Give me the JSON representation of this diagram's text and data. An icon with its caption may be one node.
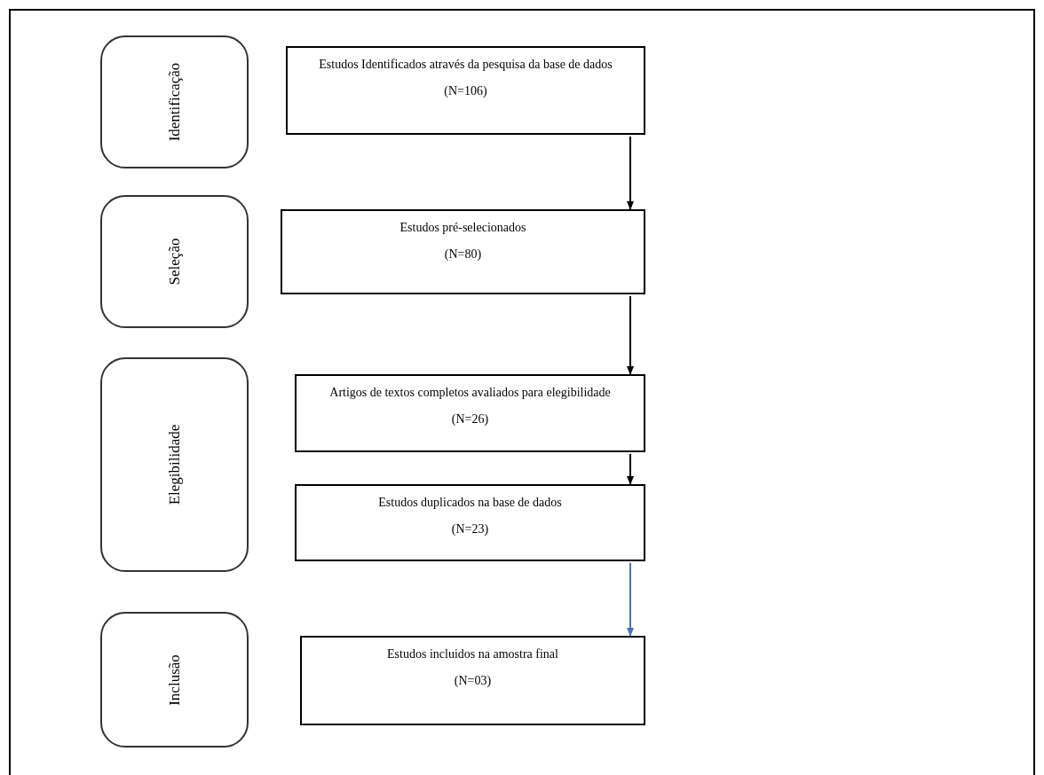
{
  "diagram": {
    "nodes": [
      {
        "text": [
          "Identificação"
        ]
      },
      {
        "text": [
          "Estudos Identificados através da pesquisa da base de dados",
          "(N=106)"
        ]
      },
      {
        "text": [
          "Seleção"
        ]
      },
      {
        "text": [
          "Estudos pré-selecionados",
          "(N=80)"
        ]
      },
      {
        "text": [
          "Elegibilidade"
        ]
      },
      {
        "text": [
          "Artigos de textos completos avaliados para elegibilidade",
          "(N=26)"
        ]
      },
      {
        "text": [
          "Estudos duplicados na base de dados",
          "(N=23)"
        ]
      },
      {
        "text": [
          "Inclusão"
        ]
      },
      {
        "text": [
          "Estudos incluidos na amostra final",
          "(N=03)"
        ]
      }
    ],
    "edges": [
      {
        "from": 1,
        "to": 3,
        "arrow": "to"
      },
      {
        "from": 3,
        "to": 5,
        "arrow": "to"
      },
      {
        "from": 5,
        "to": 6,
        "arrow": "to"
      },
      {
        "from": 6,
        "to": 8,
        "arrow": "to",
        "color": "#4472c4"
      }
    ]
  }
}
